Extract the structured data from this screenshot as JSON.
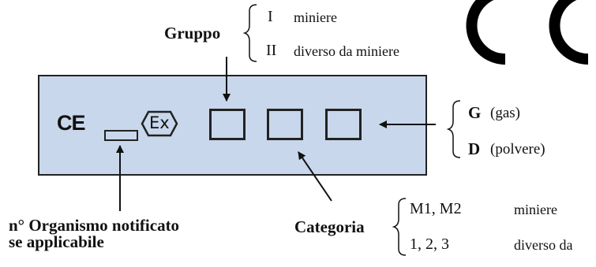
{
  "marks": {
    "ce": "CE",
    "ex": "Ex",
    "big_ce": "CE"
  },
  "gruppo": {
    "title": "Gruppo",
    "items": [
      {
        "code": "I",
        "desc": "miniere"
      },
      {
        "code": "II",
        "desc": "diverso da miniere"
      }
    ]
  },
  "atmosfera": {
    "items": [
      {
        "code": "G",
        "desc": "(gas)"
      },
      {
        "code": "D",
        "desc": "(polvere)"
      }
    ]
  },
  "categoria": {
    "title": "Categoria",
    "items": [
      {
        "code": "M1, M2",
        "desc": "miniere"
      },
      {
        "code": "1, 2, 3",
        "desc": "diverso da"
      }
    ]
  },
  "organismo": {
    "line1": "n° Organismo notificato",
    "line2": "se applicabile"
  },
  "colors": {
    "plate": "#c8d7eb",
    "ink": "#111111"
  }
}
